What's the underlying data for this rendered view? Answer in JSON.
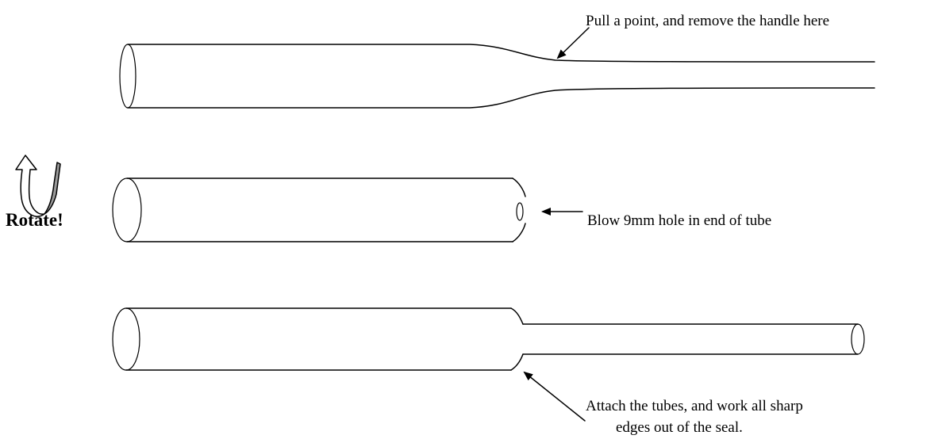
{
  "labels": {
    "pull_point": "Pull a point, and remove the handle here",
    "blow_hole": "Blow 9mm hole in end of tube",
    "attach_line1": "Attach the tubes, and work all sharp",
    "attach_line2": "edges out of the seal.",
    "rotate": "Rotate!"
  },
  "icons": {
    "rotate": "rotate-arrow-icon"
  },
  "colors": {
    "stroke": "#000000",
    "rotate_arrow_fill": "#9a9a9a",
    "background": "#ffffff"
  }
}
